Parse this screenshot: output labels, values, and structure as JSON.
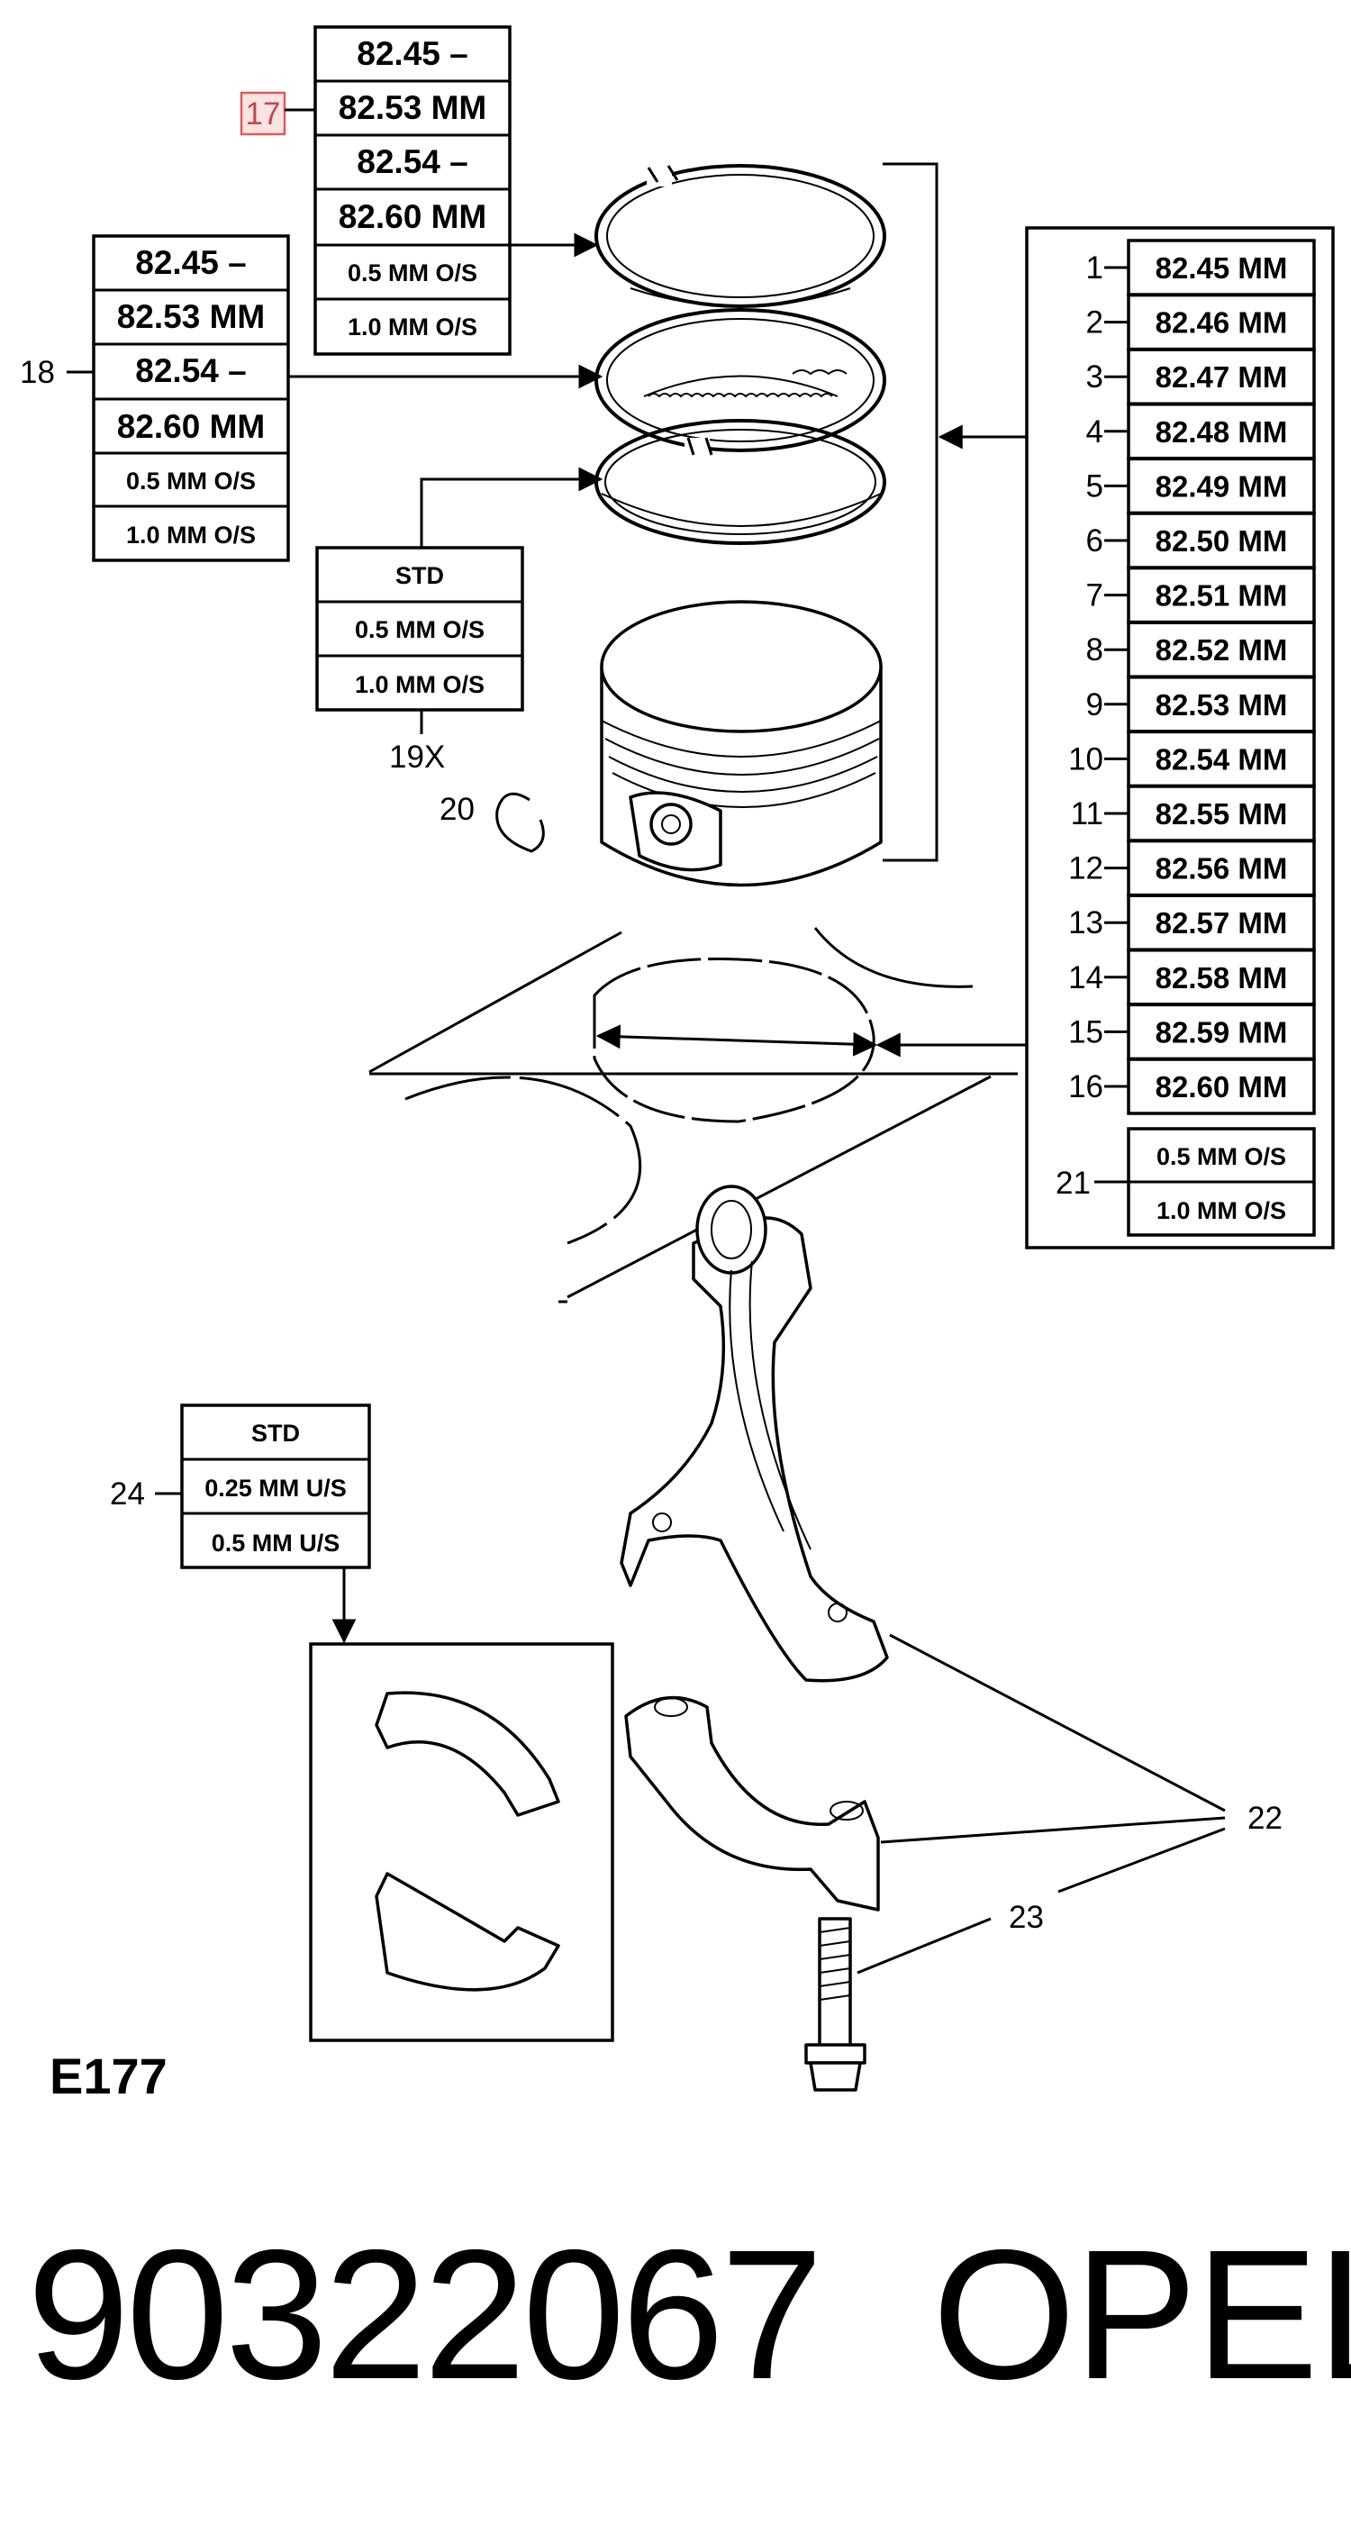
{
  "figure_id": "E177",
  "part_number": "90322067",
  "brand": "OPEL",
  "callouts": {
    "c17": "17",
    "c18": "18",
    "c19": "19X",
    "c20": "20",
    "c21": "21",
    "c22": "22",
    "c23": "23",
    "c24": "24"
  },
  "ring_box_17": [
    "82.45 –",
    "82.53 MM",
    "82.54 –",
    "82.60 MM",
    "0.5 MM O/S",
    "1.0 MM O/S"
  ],
  "ring_box_18": [
    "82.45 –",
    "82.53 MM",
    "82.54 –",
    "82.60 MM",
    "0.5 MM O/S",
    "1.0 MM O/S"
  ],
  "ring_box_19": [
    "STD",
    "0.5 MM O/S",
    "1.0 MM O/S"
  ],
  "bearing_box_24": [
    "STD",
    "0.25 MM U/S",
    "0.5 MM U/S"
  ],
  "piston_sizes": [
    {
      "num": "1",
      "size": "82.45 MM"
    },
    {
      "num": "2",
      "size": "82.46 MM"
    },
    {
      "num": "3",
      "size": "82.47 MM"
    },
    {
      "num": "4",
      "size": "82.48 MM"
    },
    {
      "num": "5",
      "size": "82.49 MM"
    },
    {
      "num": "6",
      "size": "82.50 MM"
    },
    {
      "num": "7",
      "size": "82.51 MM"
    },
    {
      "num": "8",
      "size": "82.52 MM"
    },
    {
      "num": "9",
      "size": "82.53 MM"
    },
    {
      "num": "10",
      "size": "82.54 MM"
    },
    {
      "num": "11",
      "size": "82.55 MM"
    },
    {
      "num": "12",
      "size": "82.56 MM"
    },
    {
      "num": "13",
      "size": "82.57 MM"
    },
    {
      "num": "14",
      "size": "82.58 MM"
    },
    {
      "num": "15",
      "size": "82.59 MM"
    },
    {
      "num": "16",
      "size": "82.60 MM"
    }
  ],
  "oversize_21": [
    "0.5 MM O/S",
    "1.0 MM O/S"
  ],
  "colors": {
    "highlight_border": "#e05a5a",
    "highlight_fill": "#fbe3e3",
    "ink": "#000000"
  }
}
